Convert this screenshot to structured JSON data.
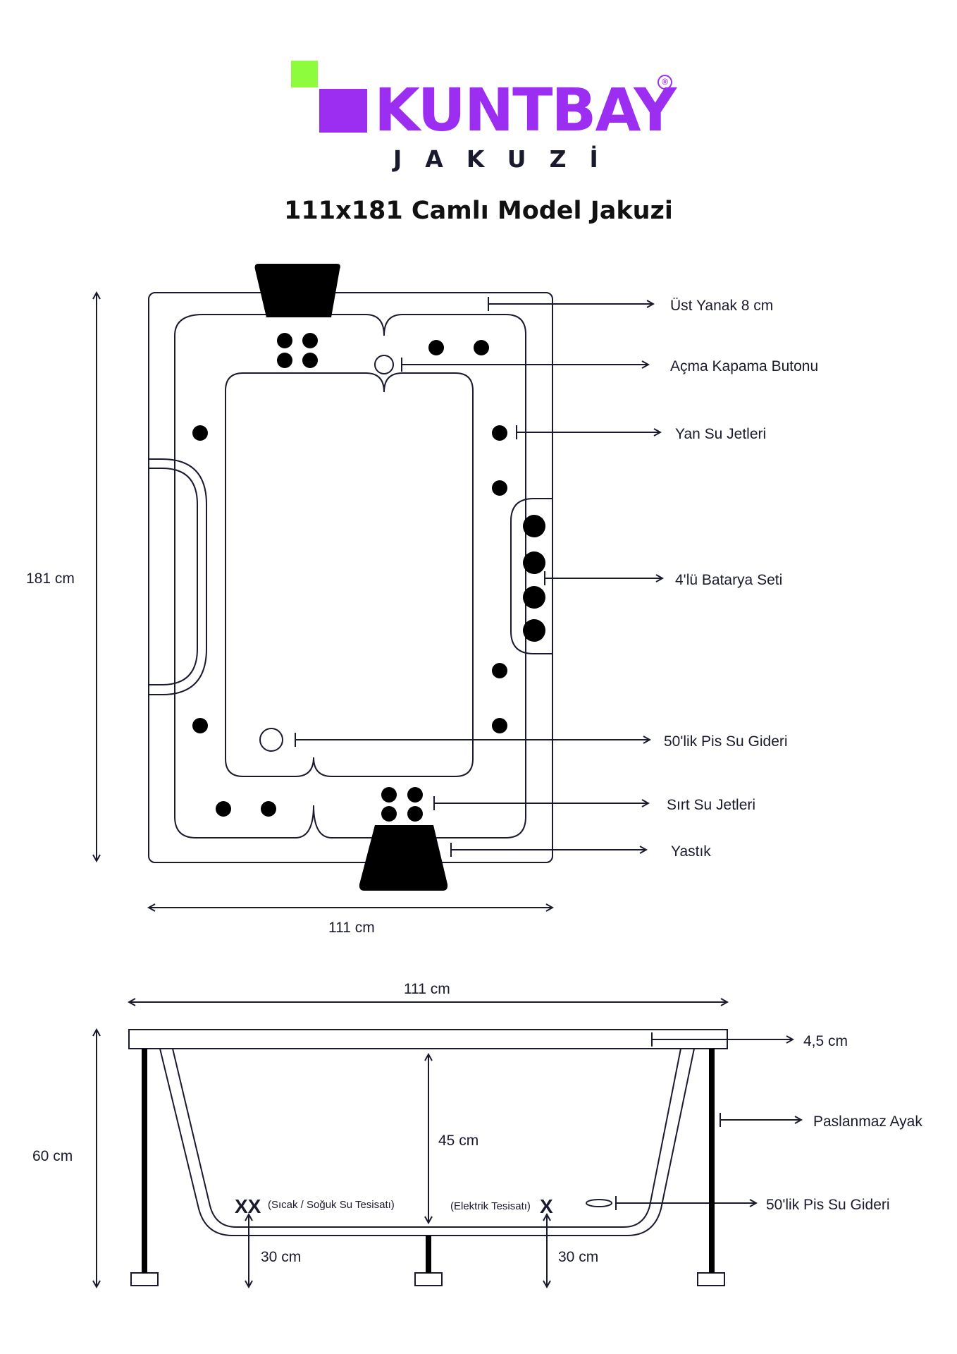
{
  "brand": {
    "name": "KUNTBAY",
    "sub": "JAKUZİ",
    "registered": "®",
    "colors": {
      "purple": "#9b2ef0",
      "green": "#8dfc3c",
      "navy": "#1a1a2e"
    }
  },
  "title": "111x181 Camlı Model Jakuzi",
  "top_view": {
    "height_dim": "181 cm",
    "width_dim": "111 cm",
    "callouts": {
      "top_rim": "Üst Yanak 8 cm",
      "button": "Açma Kapama Butonu",
      "side_jets": "Yan Su Jetleri",
      "battery": "4'lü Batarya Seti",
      "drain": "50'lik Pis Su Gideri",
      "back_jets": "Sırt Su Jetleri",
      "pillow": "Yastık"
    }
  },
  "side_view": {
    "width_dim": "111 cm",
    "height_dim": "60 cm",
    "depth_dim": "45 cm",
    "rim_dim": "4,5 cm",
    "leg": "Paslanmaz Ayak",
    "drain": "50'lik Pis Su Gideri",
    "hot_cold_mark": "XX",
    "hot_cold": "(Sıcak / Soğuk Su Tesisatı)",
    "electric": "(Elektrik Tesisatı)",
    "electric_mark": "X",
    "left_offset": "30 cm",
    "right_offset": "30 cm"
  }
}
